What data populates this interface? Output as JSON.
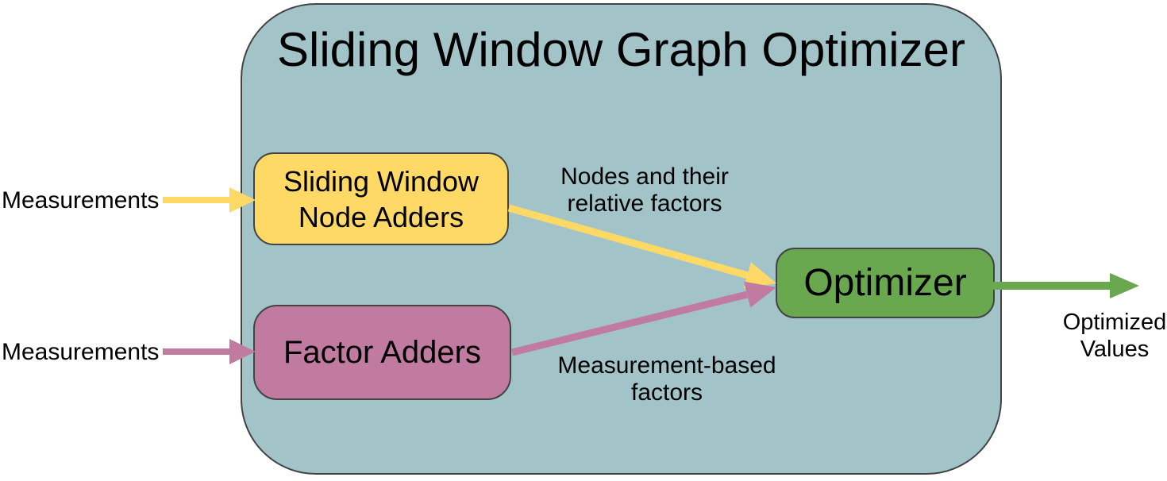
{
  "title": "Sliding Window Graph Optimizer",
  "nodes": {
    "node_adders": "Sliding Window\nNode Adders",
    "factor_adders": "Factor Adders",
    "optimizer": "Optimizer"
  },
  "labels": {
    "input_top": "Measurements",
    "input_bottom": "Measurements",
    "edge_top": "Nodes and their\nrelative factors",
    "edge_bottom": "Measurement-based\nfactors",
    "output": "Optimized\nValues"
  },
  "colors": {
    "container_fill": "#A2C4C9",
    "yellow": "#FFD966",
    "pink": "#C27BA0",
    "green": "#6AA84F",
    "border": "#434343",
    "text": "#000000",
    "background": "#FFFFFF"
  }
}
